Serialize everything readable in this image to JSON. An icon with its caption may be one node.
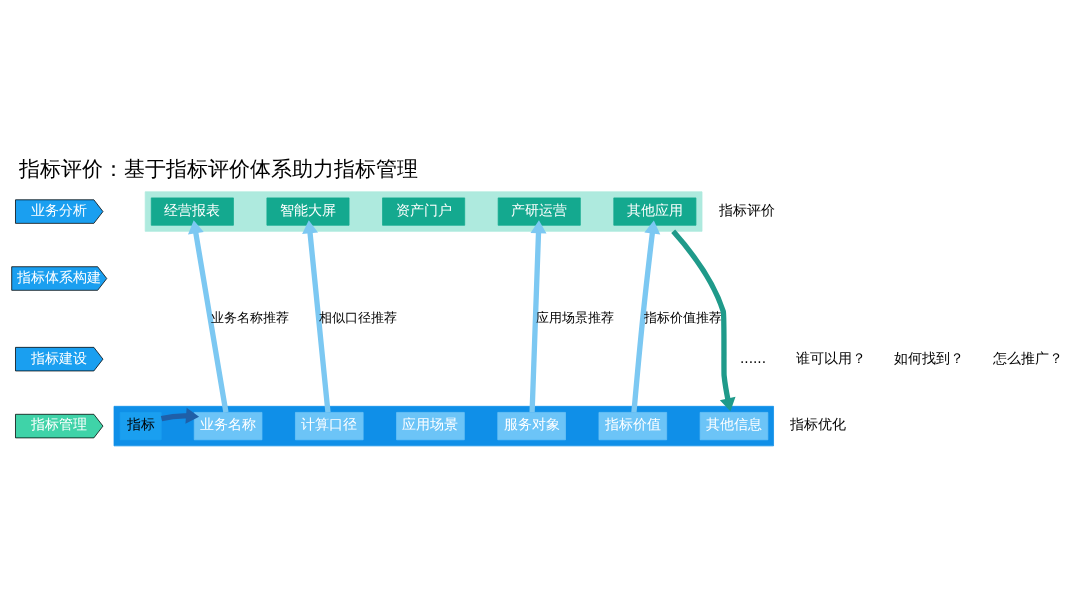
{
  "diagram": {
    "title": "指标评价：基于指标评价体系助力指标管理",
    "nodes": [
      {
        "text": [
          "业务分析"
        ]
      },
      {
        "text": [
          "指标体系构建"
        ]
      },
      {
        "text": [
          "指标建设"
        ]
      },
      {
        "text": [
          "指标管理"
        ]
      },
      {
        "text": [],
        "shape": "box"
      },
      {
        "text": [
          "经营报表"
        ],
        "in": 4
      },
      {
        "text": [
          "智能大屏"
        ],
        "in": 4
      },
      {
        "text": [
          "资产门户"
        ],
        "in": 4
      },
      {
        "text": [
          "产研运营"
        ],
        "in": 4
      },
      {
        "text": [
          "其他应用"
        ],
        "in": 4
      },
      {
        "text": [],
        "shape": "box"
      },
      {
        "text": [
          "指标"
        ],
        "in": 10
      },
      {
        "text": [
          "业务名称"
        ],
        "in": 10
      },
      {
        "text": [
          "计算口径"
        ],
        "in": 10
      },
      {
        "text": [
          "应用场景"
        ],
        "in": 10
      },
      {
        "text": [
          "服务对象"
        ],
        "in": 10
      },
      {
        "text": [
          "指标价值"
        ],
        "in": 10
      },
      {
        "text": [
          "其他信息"
        ],
        "in": 10
      }
    ],
    "edges": [
      {
        "from": 10,
        "to": 4,
        "arrow": "to",
        "label": "业务名称推荐"
      },
      {
        "from": 10,
        "to": 4,
        "arrow": "to",
        "label": "相似口径推荐"
      },
      {
        "from": 10,
        "to": 4,
        "arrow": "to",
        "label": "应用场景推荐"
      },
      {
        "from": 10,
        "to": 4,
        "arrow": "to",
        "label": "指标价值推荐"
      },
      {
        "from": 4,
        "to": 10,
        "arrow": "to",
        "color": "#1f9a8a"
      },
      {
        "from": 11,
        "to": 12,
        "arrow": "to",
        "color": "#1f5fa8"
      }
    ],
    "labels": [
      "指标评价",
      "......",
      "谁可以用？",
      "如何找到？",
      "怎么推广？",
      "指标优化"
    ]
  }
}
